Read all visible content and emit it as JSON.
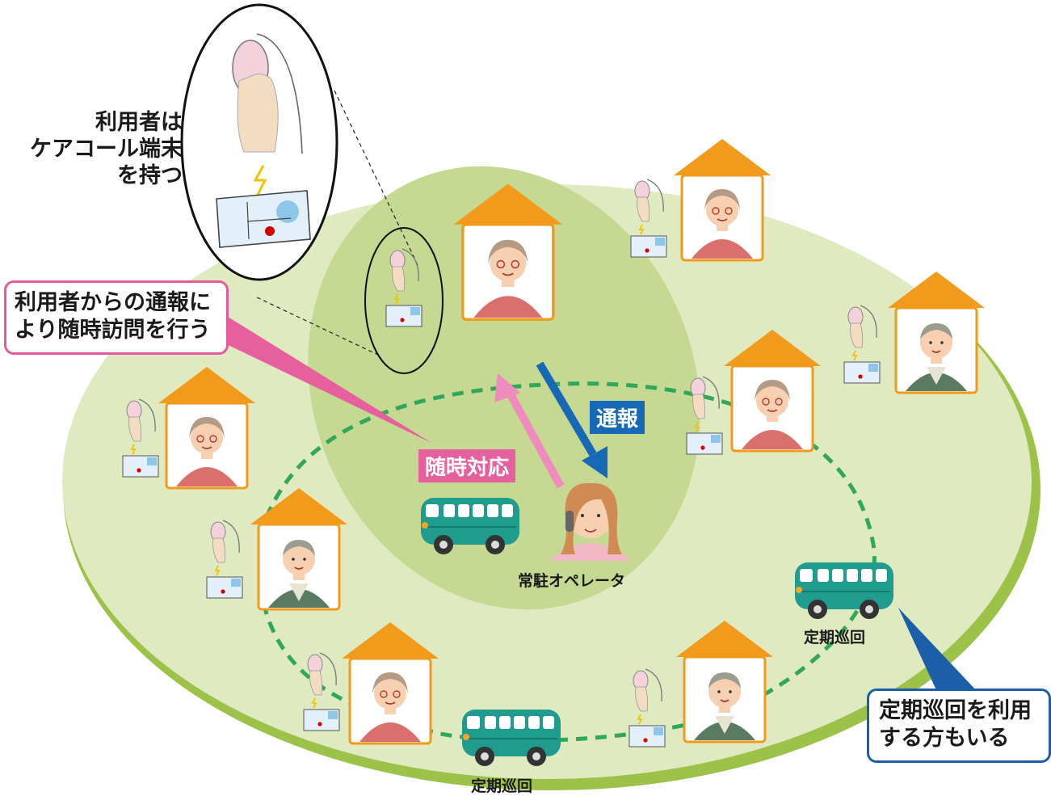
{
  "captions": {
    "user_holds_terminal": "利用者は\nケアコール端末\nを持つ",
    "on_demand_callout": "利用者からの通報に\nより随時訪問を行う",
    "patrol_callout": "定期巡回を利用\nする方もいる"
  },
  "tags": {
    "report": "通報",
    "on_demand_response": "随時対応"
  },
  "labels": {
    "operator": "常駐オペレータ",
    "patrol_1": "定期巡回",
    "patrol_2": "定期巡回"
  },
  "colors": {
    "outer_area": "#dfeac0",
    "outer_rim": "#9cc24a",
    "inner_area": "#c5d992",
    "roof": "#f19a1b",
    "house_border": "#f19a1b",
    "route": "#2fa85a",
    "bus": "#1f9c8e",
    "arrow_report": "#1768b5",
    "arrow_response": "#f08bbd",
    "callout_pink": "#e25b9a",
    "callout_blue": "#1a5fa8"
  },
  "icons": [
    "house-icon",
    "elderly-woman-icon",
    "elderly-man-icon",
    "bus-icon",
    "operator-icon",
    "hand-mouse-icon",
    "care-call-terminal-icon",
    "lightning-icon"
  ]
}
